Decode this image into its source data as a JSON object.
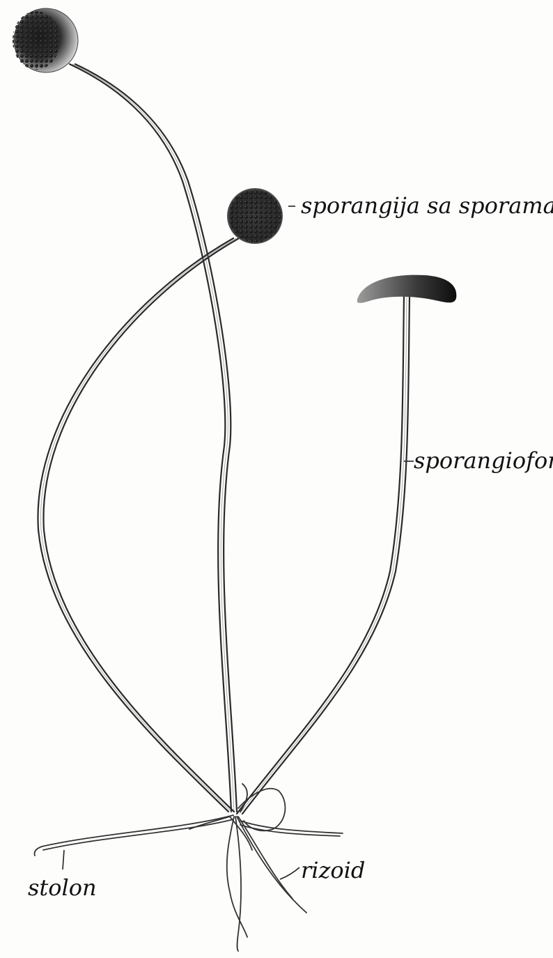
{
  "labels": {
    "sporangium": "sporangija sa sporama",
    "sporangiophore": "sporangiofor",
    "stolon": "stolon",
    "rhizoid": "rizoid"
  }
}
